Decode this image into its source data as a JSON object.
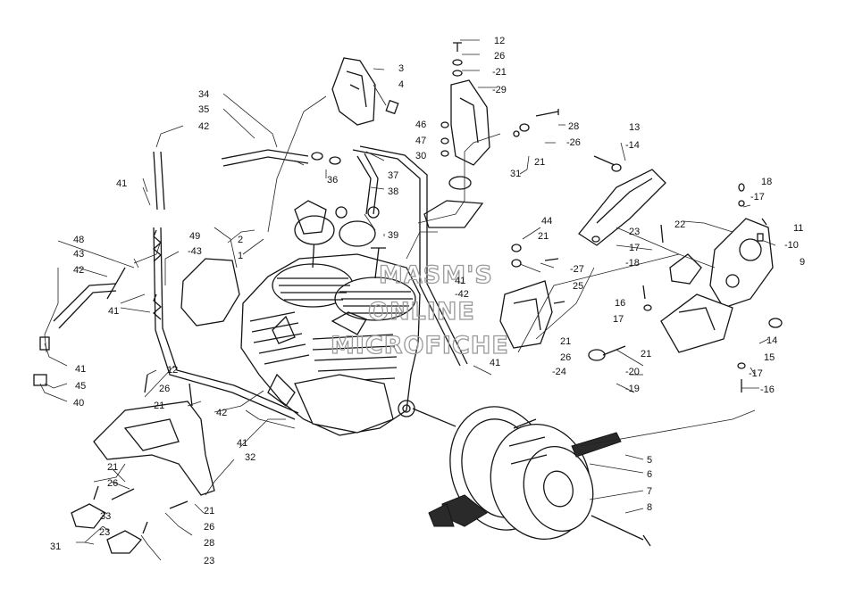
{
  "watermark": [
    "MASM'S",
    "ONLINE",
    "MICROFICHE"
  ],
  "callouts": {
    "c1": "1",
    "c2": "2",
    "c3": "3",
    "c4": "4",
    "c5": "5",
    "c6": "6",
    "c7": "7",
    "c8": "8",
    "c9": "9",
    "c10": "-10",
    "c11": "11",
    "c12": "12",
    "c12b": "12",
    "c13": "13",
    "c14": "-14",
    "c14b": "14",
    "c15": "15",
    "c16": "16",
    "c16b": "-16",
    "c17": "17",
    "c17b": "-17",
    "c17c": "-17",
    "c17d": "17",
    "c18": "18",
    "c18b": "-18",
    "c19": "-19",
    "c20": "-20",
    "c21": "21",
    "c21b": "-21",
    "c21c": "21",
    "c21d": "21",
    "c21e": "21",
    "c21f": "21",
    "c21g": "21",
    "c21h": "21",
    "c22": "22",
    "c23": "23",
    "c23b": "23",
    "c23c": "23",
    "c24": "-24",
    "c25": "25",
    "c26": "26",
    "c26b": "-26",
    "c26c": "26",
    "c26d": "26",
    "c26e": "26",
    "c26f": "26",
    "c27": "-27",
    "c28": "28",
    "c28b": "28",
    "c29": "-29",
    "c30": "30",
    "c31": "31",
    "c31b": "31",
    "c32": "32",
    "c33": "33",
    "c34": "34",
    "c35": "35",
    "c36": "36",
    "c37": "37",
    "c38": "38",
    "c39": "39",
    "c40": "40",
    "c41": "41",
    "c41b": "41",
    "c41c": "41",
    "c41d": "41",
    "c41e": "41",
    "c41f": "41",
    "c42": "42",
    "c42b": "42",
    "c42c": "-42",
    "c42d": "42",
    "c43": "43",
    "c43b": "-43",
    "c44": "44",
    "c45": "45",
    "c46": "46",
    "c47": "47",
    "c48": "48",
    "c49": "49"
  }
}
